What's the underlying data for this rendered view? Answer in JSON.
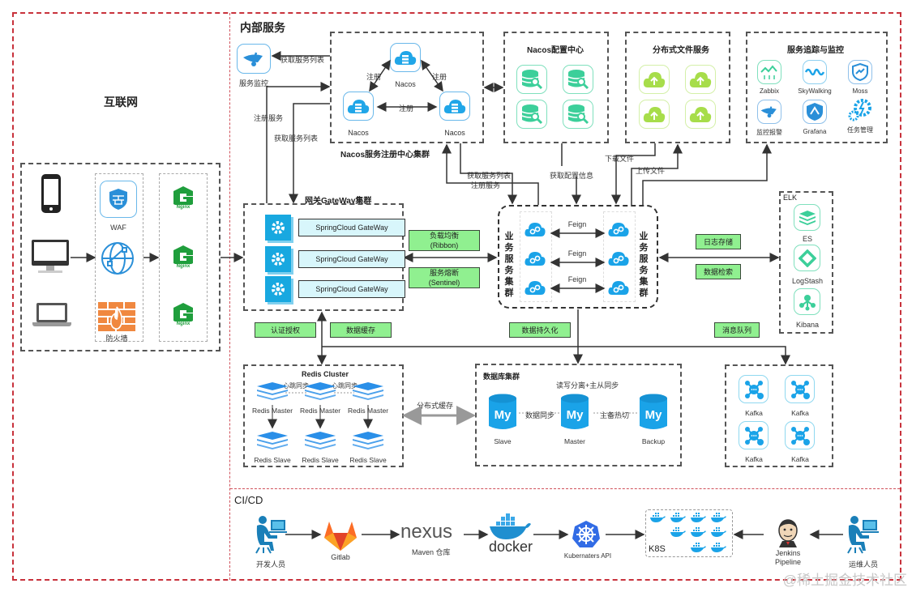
{
  "regions": {
    "internet": "互联网",
    "internal": "内部服务",
    "cicd": "CI/CD"
  },
  "internet": {
    "devices": [
      "phone-icon",
      "desktop-icon",
      "laptop-icon"
    ],
    "security": [
      {
        "icon": "waf-shield-icon",
        "label": "WAF"
      },
      {
        "icon": "globe-network-icon",
        "label": ""
      },
      {
        "icon": "firewall-icon",
        "label": "防火墙"
      }
    ],
    "nginx": [
      "Nginx",
      "Nginx",
      "Nginx"
    ]
  },
  "monitor": {
    "label": "服务监控",
    "arrow_label": "获取服务列表"
  },
  "nacos_cluster": {
    "title": "Nacos服务注册中心集群",
    "nodes": [
      "Nacos",
      "Nacos",
      "Nacos"
    ],
    "edge_label": "注册"
  },
  "nacos_config": {
    "title": "Nacos配置中心",
    "count": 4
  },
  "file_service": {
    "title": "分布式文件服务",
    "count": 4
  },
  "tracing": {
    "title": "服务追踪与监控",
    "items": [
      "Zabbix",
      "SkyWalking",
      "Moss",
      "监控报警",
      "Grafana",
      "任务管理"
    ]
  },
  "gateway": {
    "title": "网关GateWay集群",
    "instances": [
      "SpringCloud GateWay",
      "SpringCloud GateWay",
      "SpringCloud GateWay"
    ]
  },
  "business": {
    "title": "业务服务集群",
    "rpc_label": "Feign"
  },
  "elk": {
    "title": "ELK",
    "items": [
      "ES",
      "LogStash",
      "Kibana"
    ]
  },
  "tags": {
    "load_balance": [
      "负载均衡",
      "(Ribbon)"
    ],
    "circuit_breaker": [
      "服务熔断",
      "(Sentinel)"
    ],
    "auth": "认证授权",
    "cache": "数据缓存",
    "persist": "数据持久化",
    "mq": "消息队列",
    "log_store": "日志存储",
    "data_search": "数据检索"
  },
  "edges": {
    "register_service": "注册服务",
    "get_service_list": "获取服务列表",
    "get_config": "获取配置信息",
    "download_file": "下载文件",
    "upload_file": "上传文件",
    "distributed_cache": "分布式缓存"
  },
  "redis": {
    "title": "Redis Cluster",
    "masters": [
      "Redis Master",
      "Redis Master",
      "Redis Master"
    ],
    "slaves": [
      "Redis Slave",
      "Redis Slave",
      "Redis Slave"
    ],
    "heartbeat": "心跳同步"
  },
  "database": {
    "title": "数据库集群",
    "subtitle": "读写分离+主从同步",
    "nodes": [
      "Slave",
      "Master",
      "Backup"
    ],
    "sync": "数据同步",
    "hot_standby": "主备热切"
  },
  "kafka": {
    "items": [
      "Kafka",
      "Kafka",
      "Kafka",
      "Kafka"
    ]
  },
  "pipeline": {
    "developer": "开发人员",
    "gitlab": "Gitlab",
    "nexus_logo": "nexus",
    "nexus": "Maven 仓库",
    "docker": "docker",
    "k8s_api": "Kubernaters API",
    "k8s": "K8S",
    "jenkins": [
      "Jenkins",
      "Pipeline"
    ],
    "ops": "运维人员"
  },
  "watermark": "@稀土掘金技术社区",
  "colors": {
    "region_border": "#c8323c",
    "tag_bg": "#90f090",
    "blue": "#1aa3e8",
    "green": "#3ccf9a",
    "lime": "#a7dd4a"
  }
}
